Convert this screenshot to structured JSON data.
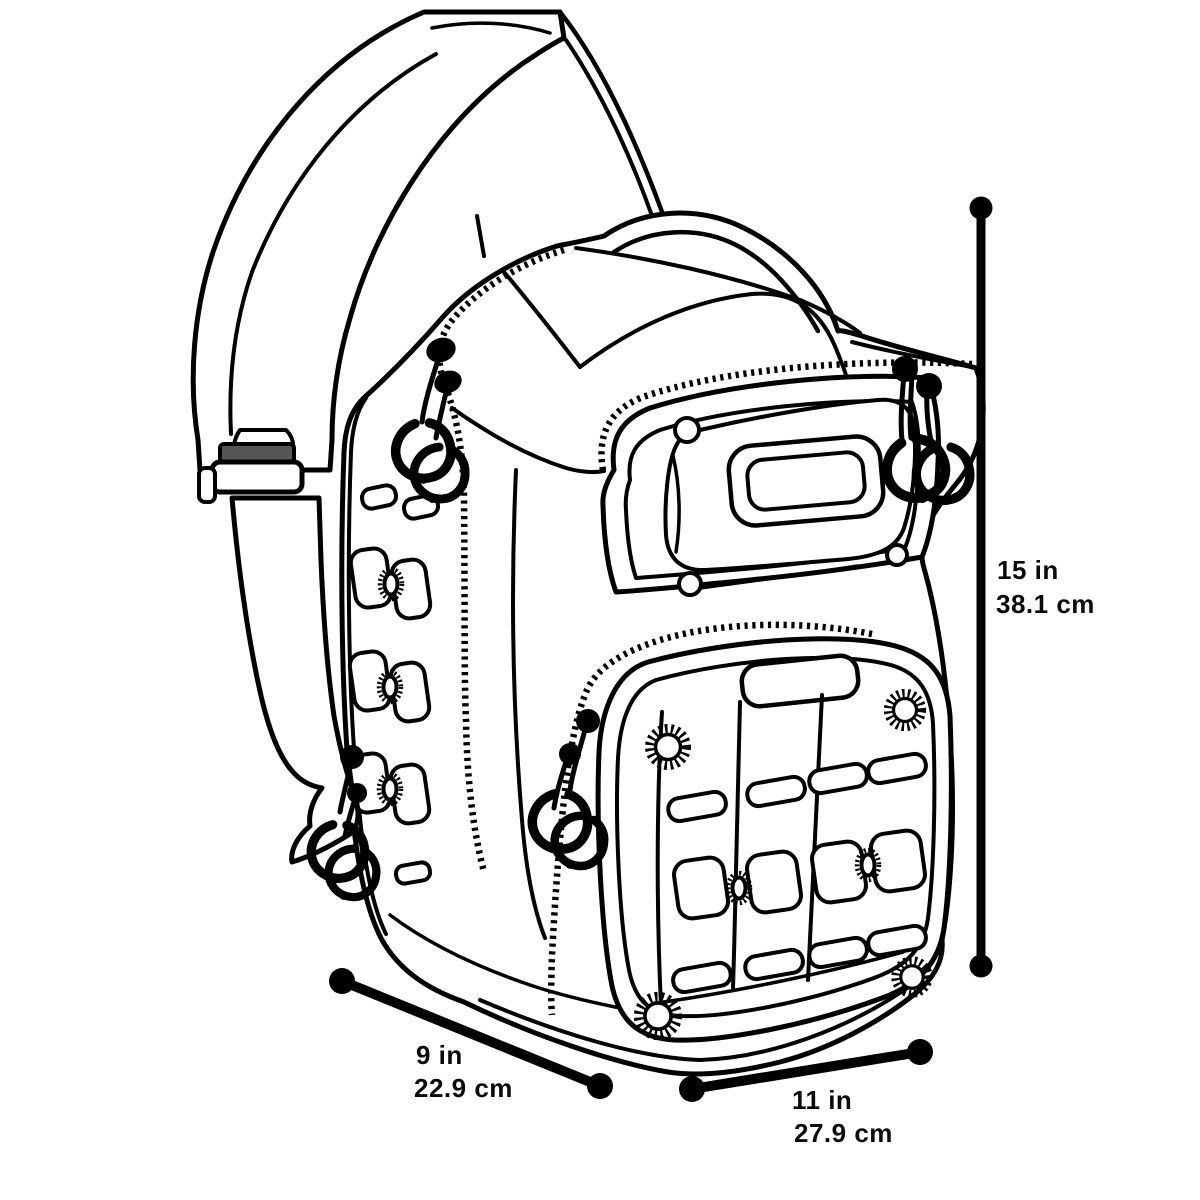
{
  "figure": {
    "subject": "tactical-sling-backpack-line-drawing",
    "style": "black outline technical illustration on white"
  },
  "dimensions": {
    "height": {
      "inches": "15 in",
      "centimeters": "38.1 cm"
    },
    "depth": {
      "inches": "9 in",
      "centimeters": "22.9 cm"
    },
    "width": {
      "inches": "11 in",
      "centimeters": "27.9 cm"
    }
  },
  "colors": {
    "line": "#000000",
    "background": "#ffffff",
    "buckle_shading": "#555555"
  }
}
